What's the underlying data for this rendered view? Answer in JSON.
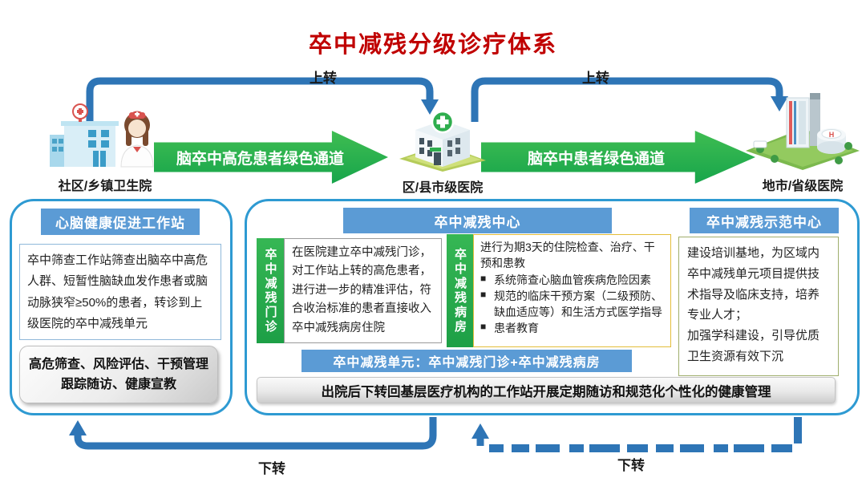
{
  "title": "卒中减残分级诊疗体系",
  "flow": {
    "up_label_1": "上转",
    "up_label_2": "上转",
    "down_label_1": "下转",
    "down_label_2": "下转",
    "green_arrow_1": "脑卒中高危患者绿色通道",
    "green_arrow_2": "脑卒中患者绿色通道",
    "institutions": [
      {
        "label": "社区/乡镇卫生院",
        "icon": "community-clinic-nurse-icon"
      },
      {
        "label": "区/县市级医院",
        "icon": "district-hospital-icon"
      },
      {
        "label": "地市/省级医院",
        "icon": "provincial-hospital-icon"
      }
    ]
  },
  "left_panel": {
    "header": "心脑健康促进工作站",
    "body": "卒中筛查工作站筛查出脑卒中高危人群、短暂性脑缺血发作患者或脑动脉狭窄≥50%的患者，转诊到上级医院的卒中减残单元",
    "tasks_line1": "高危筛查、风险评估、干预管理",
    "tasks_line2": "跟踪随访、健康宣教"
  },
  "center_panel": {
    "header": "卒中减残中心",
    "clinic_tab": "卒中减残门诊",
    "clinic_body": "在医院建立卒中减残门诊，对工作站上转的高危患者，进行进一步的精准评估，符合收治标准的患者直接收入卒中减残病房住院",
    "ward_tab": "卒中减残病房",
    "ward_intro": "进行为期3天的住院检查、治疗、干预和患教",
    "ward_bullets": [
      "系统筛查心脑血管疾病危险因素",
      "规范的临床干预方案（二级预防、缺血适应等）和生活方式医学指导",
      "患者教育"
    ],
    "unit_bar": "卒中减残单元：卒中减残门诊+卒中减残病房",
    "discharge_bar": "出院后下转回基层医疗机构的工作站开展定期随访和规范化个性化的健康管理"
  },
  "right_panel": {
    "header": "卒中减残示范中心",
    "body_part1": "建设培训基地，为区域内卒中减残单元项目提供技术指导及临床支持，培养专业人才；",
    "body_part2": "加强学科建设，引导优质卫生资源有效下沉"
  },
  "chars": {
    "bullet": "■"
  },
  "colors": {
    "title_red": "#C00000",
    "arrow_blue": "#2E75B6",
    "header_blue": "#5B9BD5",
    "channel_green": "#1DA64C",
    "panel_border_blue": "#2E9AD2"
  }
}
